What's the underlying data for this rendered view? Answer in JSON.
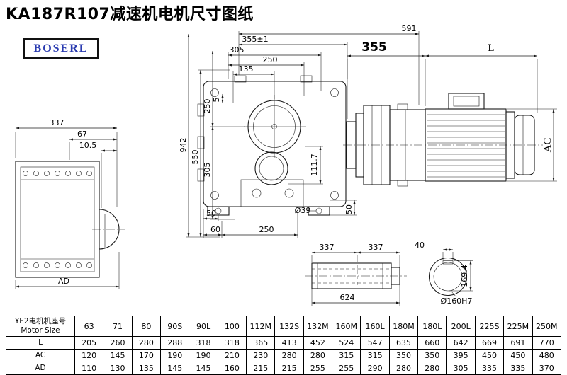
{
  "page": {
    "title": "KA187R107减速机电机尺寸图纸",
    "logo": "BOSERL"
  },
  "dims": {
    "front": {
      "w591": "591",
      "w355": "355±1",
      "w305": "305",
      "w250": "250",
      "w135": "135",
      "h942": "942",
      "h550": "550",
      "h305": "305",
      "h250": "250",
      "h5": "5",
      "h111_7": "111.7",
      "b50l": "50",
      "b60": "60",
      "b250": "250",
      "dia39": "Ø39",
      "b50r": "50"
    },
    "side": {
      "w337": "337",
      "w67": "67",
      "w10_5": "10.5",
      "ad": "AD"
    },
    "motor": {
      "w355": "355",
      "l": "L",
      "ac": "AC"
    },
    "shaft": {
      "a337": "337",
      "b337": "337",
      "k40": "40",
      "h169_4": "169.4",
      "len624": "624",
      "bore": "Ø160H7"
    }
  },
  "table": {
    "header_cn": "YE2电机机座号",
    "header_en": "Motor Size",
    "columns": [
      "63",
      "71",
      "80",
      "90S",
      "90L",
      "100",
      "112M",
      "132S",
      "132M",
      "160M",
      "160L",
      "180M",
      "180L",
      "200L",
      "225S",
      "225M",
      "250M"
    ],
    "rows": [
      {
        "label": "L",
        "values": [
          "205",
          "260",
          "280",
          "288",
          "318",
          "318",
          "365",
          "413",
          "452",
          "524",
          "547",
          "635",
          "660",
          "642",
          "669",
          "691",
          "770"
        ]
      },
      {
        "label": "AC",
        "values": [
          "120",
          "145",
          "170",
          "190",
          "190",
          "210",
          "230",
          "280",
          "280",
          "315",
          "315",
          "350",
          "350",
          "395",
          "450",
          "450",
          "480"
        ]
      },
      {
        "label": "AD",
        "values": [
          "110",
          "130",
          "135",
          "145",
          "145",
          "160",
          "215",
          "215",
          "255",
          "255",
          "290",
          "280",
          "280",
          "305",
          "335",
          "335",
          "370"
        ]
      }
    ]
  }
}
